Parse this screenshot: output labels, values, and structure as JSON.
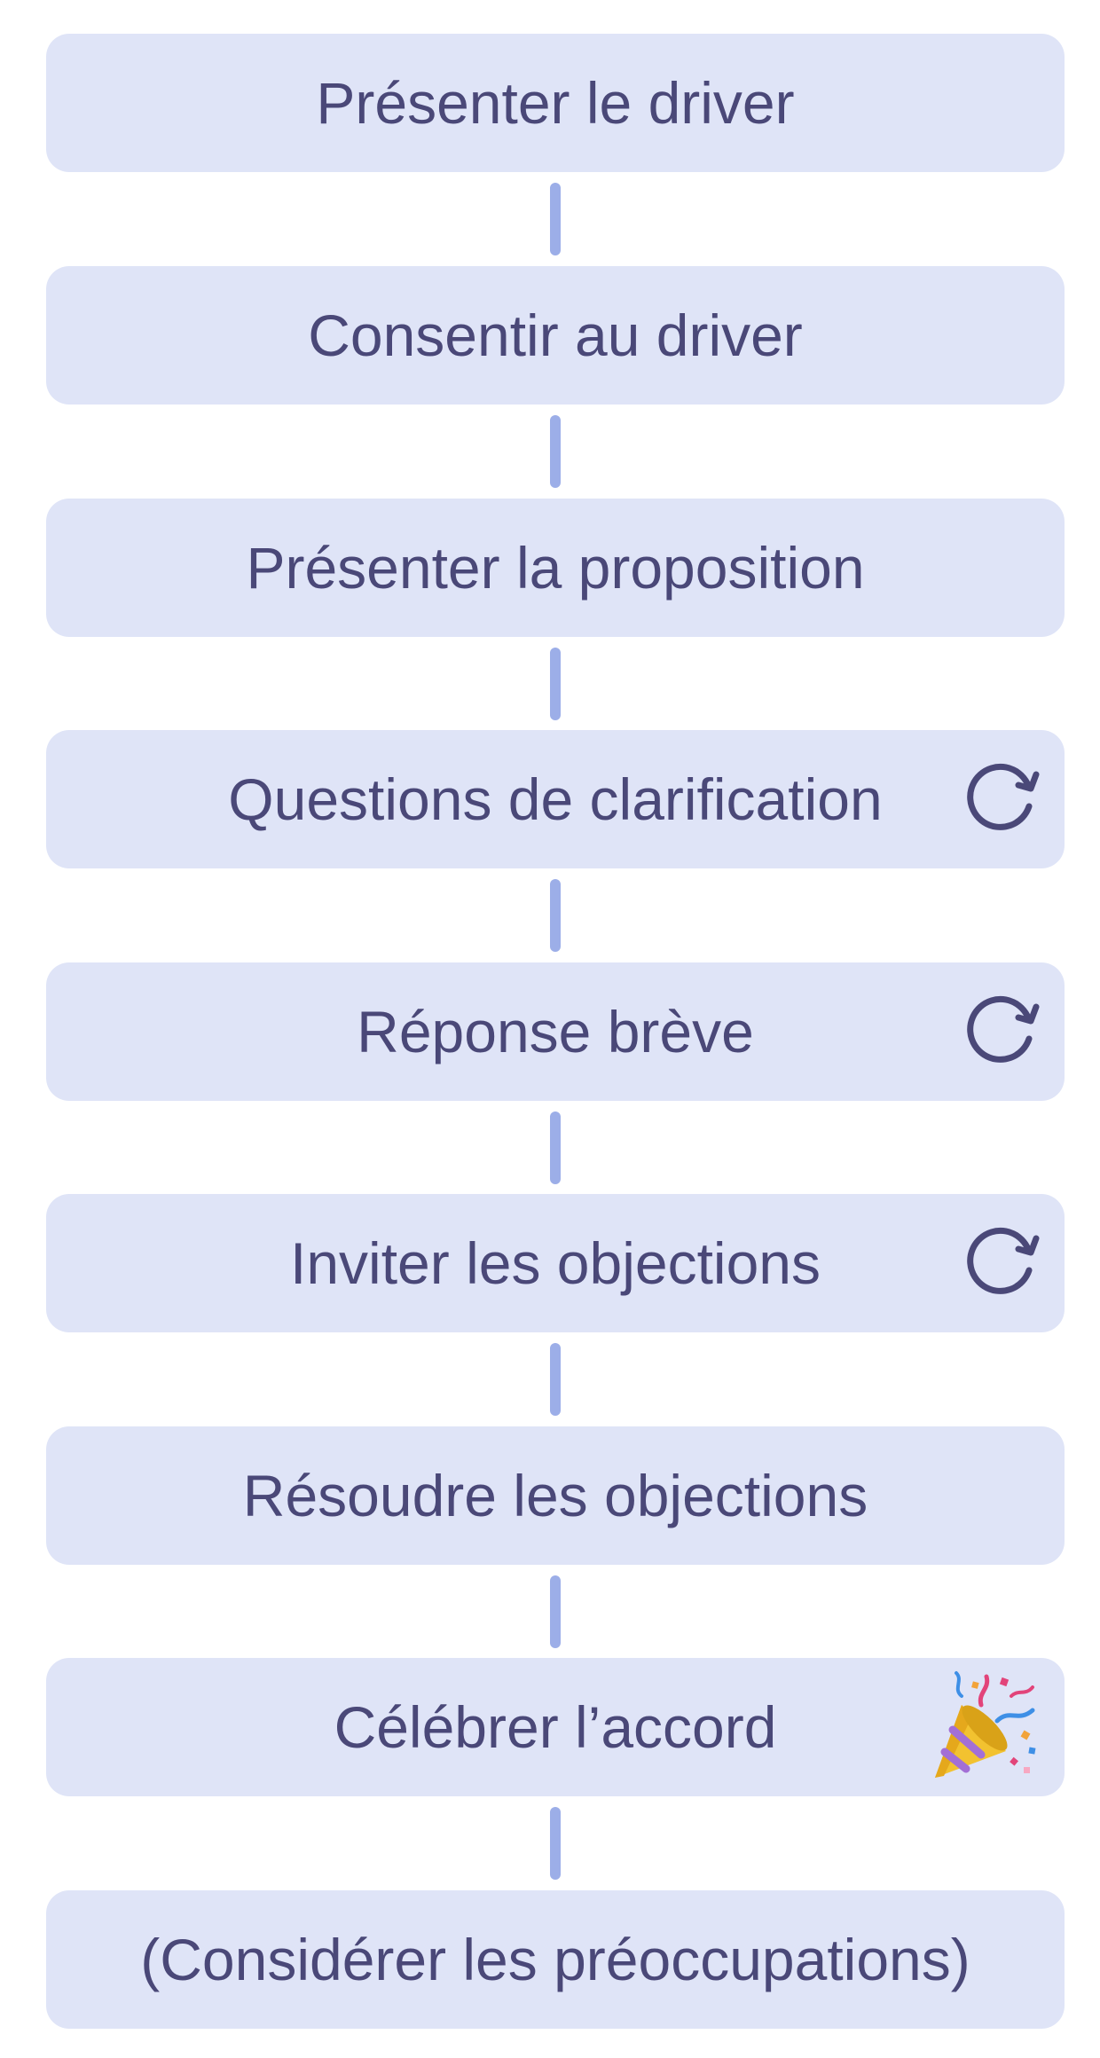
{
  "steps": [
    {
      "label": "Présenter le driver",
      "icon": ""
    },
    {
      "label": "Consentir au driver",
      "icon": ""
    },
    {
      "label": "Présenter la proposition",
      "icon": ""
    },
    {
      "label": "Questions de clarification",
      "icon": "repeat-icon"
    },
    {
      "label": "Réponse brève",
      "icon": "repeat-icon"
    },
    {
      "label": "Inviter les objections",
      "icon": "repeat-icon"
    },
    {
      "label": "Résoudre les objections",
      "icon": ""
    },
    {
      "label": "Célébrer l’accord",
      "icon": "party-popper-icon"
    },
    {
      "label": "(Considérer les préoccupations)",
      "icon": ""
    }
  ],
  "colors": {
    "box_fill": "#dfe4f7",
    "text": "#4a4878",
    "connector": "#9caee8"
  }
}
